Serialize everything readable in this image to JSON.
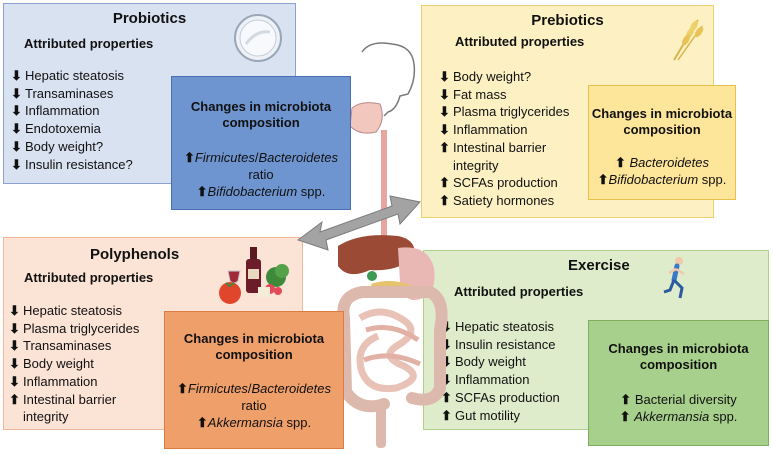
{
  "colors": {
    "probiotics_bg": "#d9e2f1",
    "probiotics_border": "#8aa0cf",
    "probiotics_box_bg": "#6f95d1",
    "probiotics_box_border": "#4a6fb5",
    "prebiotics_bg": "#fdf1c4",
    "prebiotics_border": "#e9cf6e",
    "prebiotics_box_bg": "#fde59a",
    "prebiotics_box_border": "#e6c24a",
    "polyphenols_bg": "#fbe3d6",
    "polyphenols_border": "#f0b89b",
    "polyphenols_box_bg": "#ef9f6a",
    "polyphenols_box_border": "#d97d43",
    "exercise_bg": "#dfeccc",
    "exercise_border": "#b1cf8a",
    "exercise_box_bg": "#a8d08d",
    "exercise_box_border": "#7fae5e"
  },
  "icons": {
    "probiotics": "petri-dish-icon",
    "prebiotics": "wheat-icon",
    "polyphenols": "fruit-wine-icon",
    "exercise": "runner-icon",
    "center": "digestive-system-illustration",
    "arrow": "double-headed-arrow-icon"
  },
  "probiotics": {
    "title": "Probiotics",
    "subtitle": "Attributed properties",
    "properties": [
      {
        "dir": "down",
        "text": "Hepatic steatosis"
      },
      {
        "dir": "down",
        "text": "Transaminases"
      },
      {
        "dir": "down",
        "text": "Inflammation"
      },
      {
        "dir": "down",
        "text": "Endotoxemia"
      },
      {
        "dir": "down",
        "text": "Body weight?"
      },
      {
        "dir": "down",
        "text": "Insulin resistance?"
      }
    ],
    "microbiota": {
      "title_1": "Changes in microbiota",
      "title_2": "composition",
      "line1_a": "Firmicutes",
      "line1_sep": "/",
      "line1_b": "Bacteroidetes",
      "line2": "ratio",
      "line3_a": "Bifidobacterium",
      "line3_b": " spp."
    }
  },
  "prebiotics": {
    "title": "Prebiotics",
    "subtitle": "Attributed properties",
    "properties": [
      {
        "dir": "down",
        "text": "Body weight?"
      },
      {
        "dir": "down",
        "text": "Fat mass"
      },
      {
        "dir": "down",
        "text": "Plasma triglycerides"
      },
      {
        "dir": "down",
        "text": "Inflammation"
      },
      {
        "dir": "up",
        "text": "Intestinal barrier"
      },
      {
        "dir": "none",
        "text": "integrity"
      },
      {
        "dir": "up",
        "text": "SCFAs production"
      },
      {
        "dir": "up",
        "text": "Satiety hormones"
      }
    ],
    "microbiota": {
      "title_1": "Changes in microbiota",
      "title_2": "composition",
      "line1": "Bacteroidetes",
      "line2_a": "Bifidobacterium",
      "line2_b": " spp."
    }
  },
  "polyphenols": {
    "title": "Polyphenols",
    "subtitle": "Attributed properties",
    "properties": [
      {
        "dir": "down",
        "text": "Hepatic steatosis"
      },
      {
        "dir": "down",
        "text": "Plasma triglycerides"
      },
      {
        "dir": "down",
        "text": "Transaminases"
      },
      {
        "dir": "down",
        "text": "Body weight"
      },
      {
        "dir": "down",
        "text": "Inflammation"
      },
      {
        "dir": "up",
        "text": "Intestinal barrier"
      },
      {
        "dir": "none",
        "text": "integrity"
      }
    ],
    "microbiota": {
      "title_1": "Changes in microbiota",
      "title_2": "composition",
      "line1_a": "Firmicutes",
      "line1_sep": "/",
      "line1_b": "Bacteroidetes",
      "line2": "ratio",
      "line3_a": "Akkermansia",
      "line3_b": " spp."
    }
  },
  "exercise": {
    "title": "Exercise",
    "subtitle": "Attributed properties",
    "properties": [
      {
        "dir": "down",
        "text": "Hepatic steatosis"
      },
      {
        "dir": "down",
        "text": "Insulin resistance"
      },
      {
        "dir": "down",
        "text": "Body weight"
      },
      {
        "dir": "down",
        "text": "Inflammation"
      },
      {
        "dir": "up",
        "text": "SCFAs production"
      },
      {
        "dir": "up",
        "text": "Gut motility"
      }
    ],
    "microbiota": {
      "title_1": "Changes in microbiota",
      "title_2": "composition",
      "line1": "Bacterial diversity",
      "line2_a": "Akkermansia",
      "line2_b": " spp."
    }
  }
}
